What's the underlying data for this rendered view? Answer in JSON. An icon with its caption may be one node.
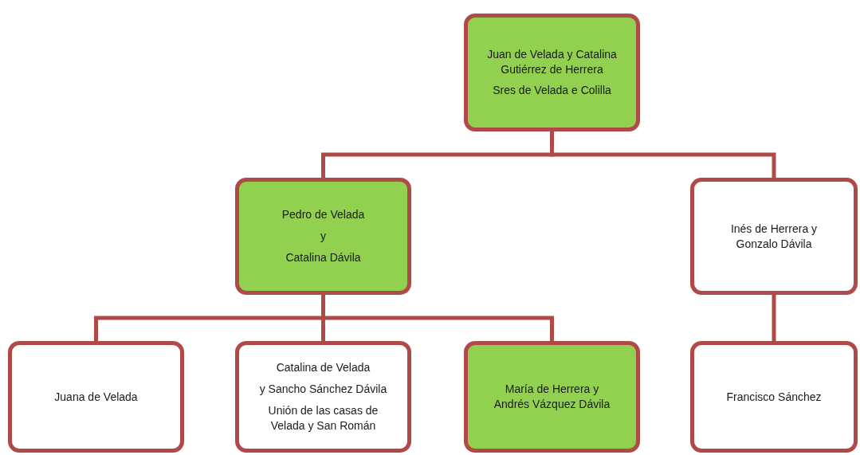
{
  "diagram": {
    "nodes": [
      {
        "text": [
          "Juan de Velada y Catalina Gutiérrez de Herrera",
          "Sres de Velada e Colilla"
        ]
      },
      {
        "text": [
          "Pedro de Velada",
          "y",
          "Catalina Dávila"
        ]
      },
      {
        "text": [
          "Inés de Herrera y Gonzalo Dávila"
        ]
      },
      {
        "text": [
          "Juana de Velada"
        ]
      },
      {
        "text": [
          "Catalina de Velada",
          "y Sancho Sánchez Dávila",
          "Unión de las casas de Velada y San Román"
        ]
      },
      {
        "text": [
          "María de Herrera y Andrés Vázquez Dávila"
        ]
      },
      {
        "text": [
          "Francisco Sánchez"
        ]
      }
    ],
    "edges": [
      {
        "from": 0,
        "to": 1,
        "arrow": "none"
      },
      {
        "from": 0,
        "to": 2,
        "arrow": "none"
      },
      {
        "from": 1,
        "to": 3,
        "arrow": "none"
      },
      {
        "from": 1,
        "to": 4,
        "arrow": "none"
      },
      {
        "from": 1,
        "to": 5,
        "arrow": "none"
      },
      {
        "from": 2,
        "to": 6,
        "arrow": "none"
      }
    ]
  }
}
